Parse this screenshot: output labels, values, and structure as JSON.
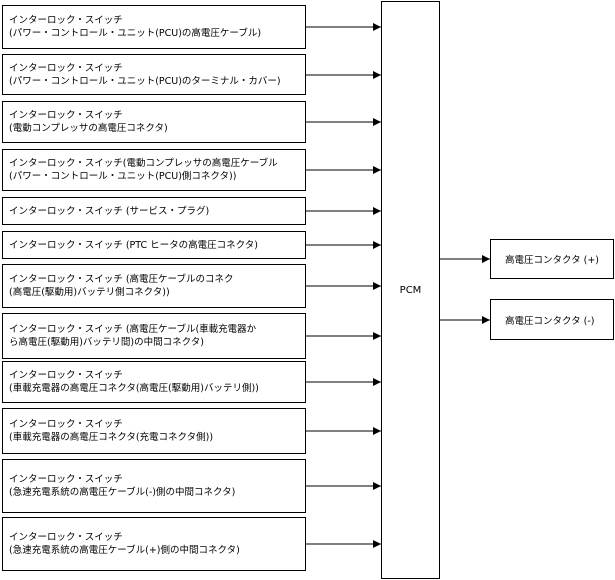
{
  "switches": [
    {
      "lines": [
        "インターロック・スイッチ",
        "(パワー・コントロール・ユニット(PCU)の高電圧ケーブル)"
      ]
    },
    {
      "lines": [
        "インターロック・スイッチ",
        "(パワー・コントロール・ユニット(PCU)のターミナル・カバー)"
      ]
    },
    {
      "lines": [
        "インターロック・スイッチ",
        "(電動コンプレッサの高電圧コネクタ)"
      ]
    },
    {
      "lines": [
        "インターロック・スイッチ(電動コンプレッサの高電圧ケーブル",
        "(パワー・コントロール・ユニット(PCU)側コネクタ))"
      ]
    },
    {
      "lines": [
        "インターロック・スイッチ (サービス・プラグ)"
      ]
    },
    {
      "lines": [
        "インターロック・スイッチ (PTC ヒータの高電圧コネクタ)"
      ]
    },
    {
      "lines": [
        "インターロック・スイッチ (高電圧ケーブルのコネク",
        "(高電圧(駆動用)バッテリ側コネクタ))"
      ]
    },
    {
      "lines": [
        "インターロック・スイッチ (高電圧ケーブル(車載充電器か",
        "ら高電圧(駆動用)バッテリ間)の中間コネクタ)"
      ]
    },
    {
      "lines": [
        "インターロック・スイッチ",
        "(車載充電器の高電圧コネクタ(高電圧(駆動用)バッテリ側))"
      ]
    },
    {
      "lines": [
        "インターロック・スイッチ",
        "(車載充電器の高電圧コネクタ(充電コネクタ側))"
      ]
    },
    {
      "lines": [
        "インターロック・スイッチ",
        "(急速充電系統の高電圧ケーブル(-)側の中間コネクタ)"
      ]
    },
    {
      "lines": [
        "インターロック・スイッチ",
        "(急速充電系統の高電圧ケーブル(+)側の中間コネクタ)"
      ]
    }
  ],
  "pcm": {
    "label": "PCM"
  },
  "outputs": [
    {
      "label": "高電圧コンタクタ (+)"
    },
    {
      "label": "高電圧コンタクタ (-)"
    }
  ]
}
